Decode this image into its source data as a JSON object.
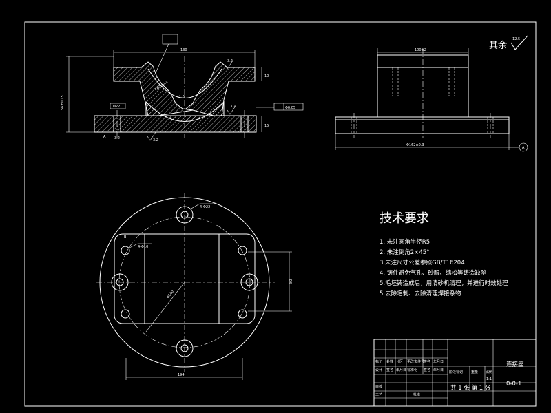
{
  "front_view": {
    "dim_top_width": "130",
    "dim_height": "56±0.15",
    "dim_right_10": "10",
    "dim_right_15": "15",
    "dim_bore_radius": "R62±0.2",
    "dim_hole": "Φ22",
    "dim_tol_label": "Φ0.05",
    "roughness_1": "3.2",
    "roughness_2": "3.2",
    "roughness_3": "3.2",
    "roughness_4": "3.2",
    "roughness_5": "1.6",
    "datum_label": "A"
  },
  "side_view": {
    "dim_top": "100±2",
    "dim_bottom": "Φ162±0.3",
    "surface_finish": "其余",
    "surface_value": "12.5",
    "datum_label": "A"
  },
  "top_view": {
    "dim_bolt_holes_large": "4-Φ22",
    "dim_bolt_holes_small": "4-Φ10",
    "dim_pcd": "Φ140",
    "dim_width": "80",
    "dim_diameter": "194",
    "section_mark": "B"
  },
  "tech_requirements": {
    "title": "技术要求",
    "items": [
      "1. 未注圆角半径R5",
      "2. 未注倒角2×45°",
      "3.未注尺寸公差参照GB/T16204",
      "4. 铸件避免气孔、砂眼、缩松等铸造缺陷",
      "5.毛坯铸造成后，用清砂机清理，并进行时效处理",
      "5.去除毛刺、去除清理焊接杂物"
    ]
  },
  "title_block": {
    "part_name": "连接座",
    "drawing_number": "0-0-1",
    "scale": "1:1",
    "sheet_info": "共 1 张 第 1 张",
    "row_labels_1": [
      "标记",
      "处数",
      "分区",
      "更改文件号",
      "签名",
      "年月日"
    ],
    "row_labels_2": [
      "设计",
      "签名",
      "年月日",
      "标准化",
      "签名",
      "年月日"
    ],
    "row_labels_3": [
      "审核",
      "",
      "",
      "",
      "",
      ""
    ],
    "row_labels_4": [
      "工艺",
      "",
      "",
      "批准",
      "",
      ""
    ],
    "stage_labels": [
      "阶段标记",
      "重量",
      "比例"
    ]
  }
}
